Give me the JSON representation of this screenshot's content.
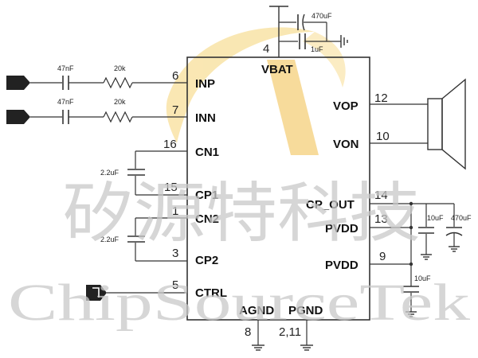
{
  "watermark": {
    "chinese": "矽源特科技",
    "english": "ChipSourceTek"
  },
  "chip": {
    "name": "VBAT",
    "pins": {
      "p4": {
        "num": "4",
        "name": "VBAT"
      },
      "p6": {
        "num": "6",
        "name": "INP"
      },
      "p7": {
        "num": "7",
        "name": "INN"
      },
      "p16": {
        "num": "16",
        "name": "CN1"
      },
      "p15": {
        "num": "15",
        "name": "CP1"
      },
      "p1": {
        "num": "1",
        "name": "CN2"
      },
      "p3": {
        "num": "3",
        "name": "CP2"
      },
      "p5": {
        "num": "5",
        "name": "CTRL"
      },
      "p12": {
        "num": "12",
        "name": "VOP"
      },
      "p10": {
        "num": "10",
        "name": "VON"
      },
      "p14": {
        "num": "14",
        "name": "CP_OUT"
      },
      "p13": {
        "num": "13",
        "name": "PVDD"
      },
      "p9": {
        "num": "9",
        "name": "PVDD"
      },
      "p8": {
        "num": "8",
        "name": "AGND"
      },
      "p211": {
        "num": "2,11",
        "name": "PGND"
      }
    }
  },
  "components": {
    "c_vbat_big": "470uF",
    "c_vbat_small": "1uF",
    "c_inp": "47nF",
    "r_inp": "20k",
    "c_inn": "47nF",
    "r_inn": "20k",
    "c_cn1": "2.2uF",
    "c_cn2": "2.2uF",
    "c_cpout_10": "10uF",
    "c_cpout_470": "470uF",
    "c_pvdd9": "10uF"
  },
  "colors": {
    "line": "#333333",
    "logo_fill": "#f9e3a6",
    "watermark": "#c9c9c9"
  }
}
